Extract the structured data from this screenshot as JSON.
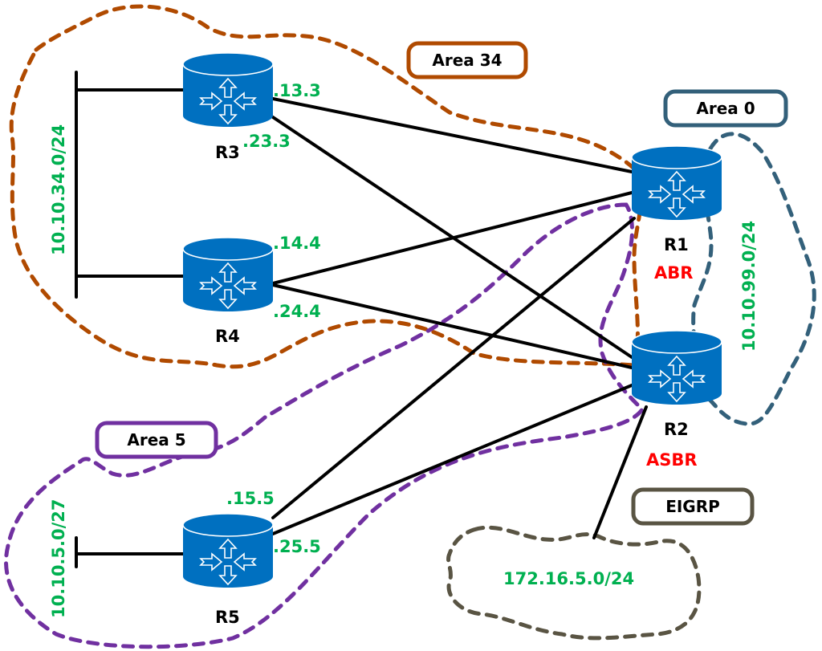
{
  "colors": {
    "router_fill": "#0070c0",
    "ip_label": "#00b050",
    "role_label": "#ff0000",
    "area34": "#b04a00",
    "area0": "#33607a",
    "area5": "#7030a0",
    "eigrp": "#595443",
    "link": "#000000"
  },
  "areas": {
    "area34": {
      "label": "Area 34"
    },
    "area0": {
      "label": "Area 0"
    },
    "area5": {
      "label": "Area 5"
    },
    "eigrp": {
      "label": "EIGRP"
    }
  },
  "routers": {
    "r1": {
      "name": "R1",
      "role": "ABR"
    },
    "r2": {
      "name": "R2",
      "role": "ASBR"
    },
    "r3": {
      "name": "R3"
    },
    "r4": {
      "name": "R4"
    },
    "r5": {
      "name": "R5"
    }
  },
  "interfaces": {
    "r3_13": ".13.3",
    "r3_23": ".23.3",
    "r4_14": ".14.4",
    "r4_24": ".24.4",
    "r5_15": ".15.5",
    "r5_25": ".25.5"
  },
  "networks": {
    "lan34": "10.10.34.0/24",
    "lan99": "10.10.99.0/24",
    "lan5": "10.10.5.0/27",
    "ext": "172.16.5.0/24"
  },
  "links": [
    {
      "from": "R3",
      "to": "R1"
    },
    {
      "from": "R3",
      "to": "R2"
    },
    {
      "from": "R4",
      "to": "R1"
    },
    {
      "from": "R4",
      "to": "R2"
    },
    {
      "from": "R5",
      "to": "R1"
    },
    {
      "from": "R5",
      "to": "R2"
    },
    {
      "from": "R2",
      "to": "172.16.5.0/24"
    },
    {
      "from": "R3",
      "to": "10.10.34.0/24"
    },
    {
      "from": "R4",
      "to": "10.10.34.0/24"
    },
    {
      "from": "R5",
      "to": "10.10.5.0/27"
    }
  ]
}
